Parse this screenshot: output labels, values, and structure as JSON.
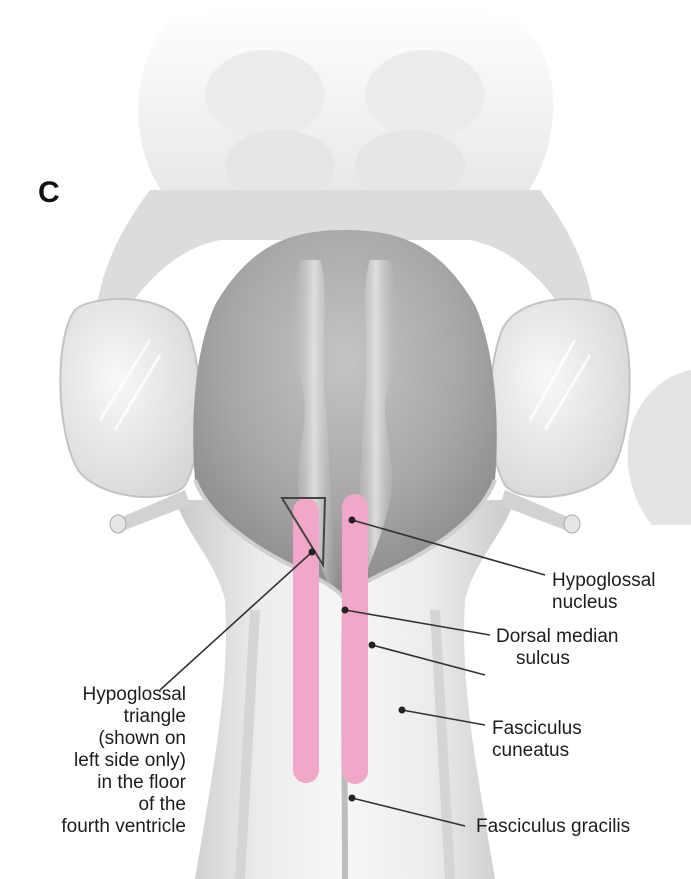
{
  "panel_letter": "C",
  "labels": {
    "hypoglossal_nucleus": [
      "Hypoglossal",
      "nucleus"
    ],
    "dorsal_median_sulcus": [
      "Dorsal median",
      "sulcus"
    ],
    "fasciculus_cuneatus": [
      "Fasciculus",
      "cuneatus"
    ],
    "fasciculus_gracilis": [
      "Fasciculus gracilis"
    ],
    "hypoglossal_triangle": [
      "Hypoglossal",
      "triangle",
      "(shown on",
      "left side only)",
      "in the floor",
      "of the",
      "fourth ventricle"
    ]
  },
  "colors": {
    "highlight_pink": "#f0a7c8",
    "tissue_light": "#e9e9e9",
    "tissue_dark": "#8f8f8f",
    "background": "#ffffff"
  }
}
